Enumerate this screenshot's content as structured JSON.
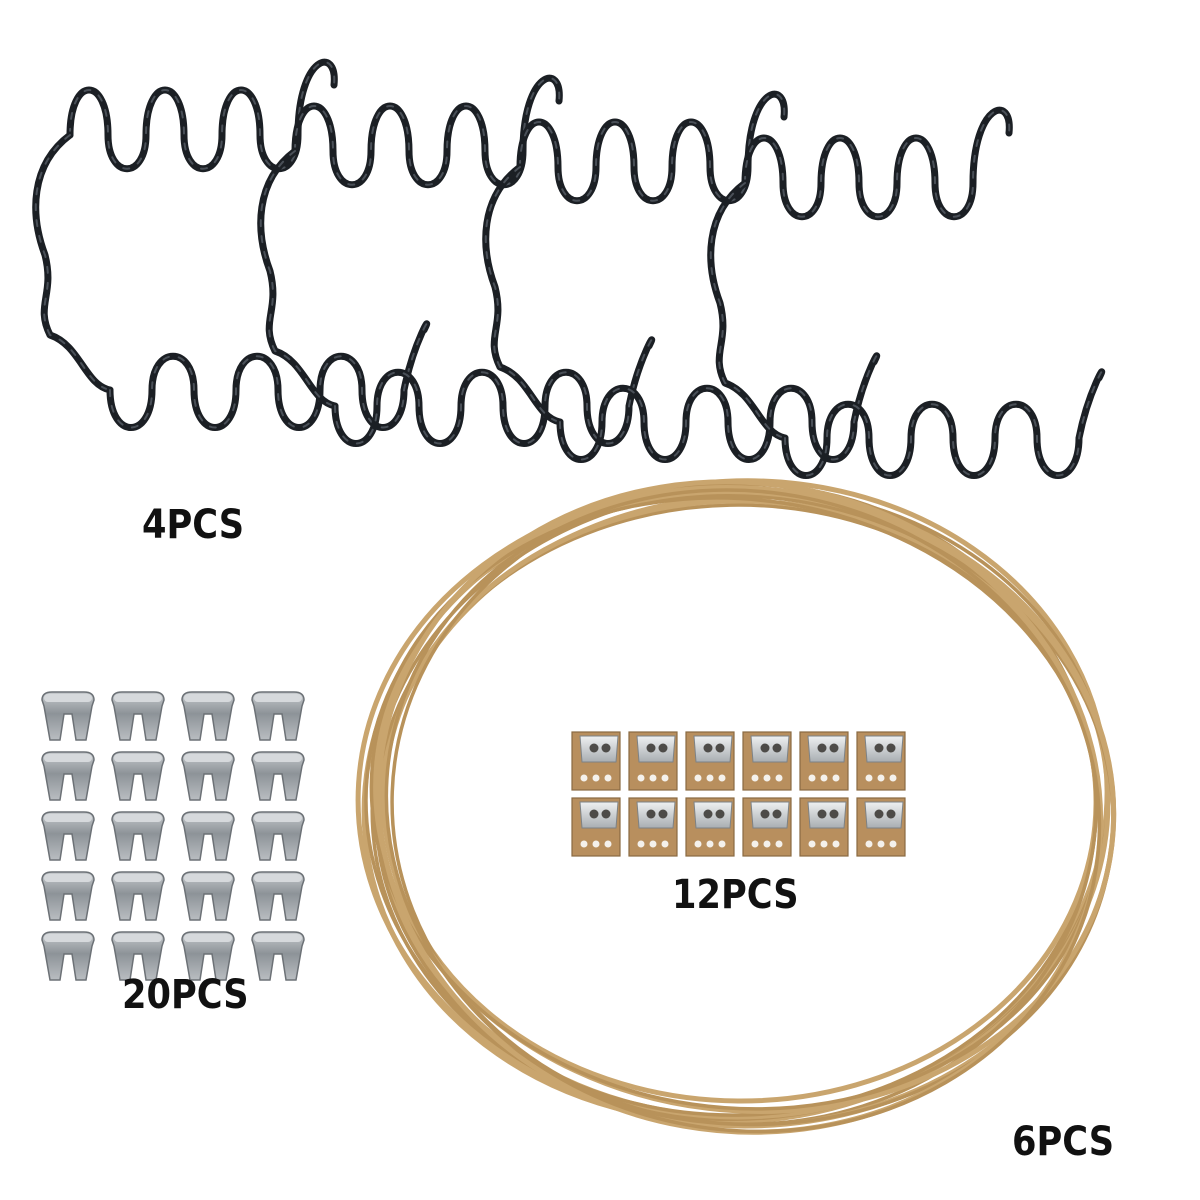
{
  "product_image": {
    "springs": {
      "count_label": "4PCS",
      "item_count": 4,
      "color": "#1b1f24"
    },
    "clips": {
      "count_label": "20PCS",
      "item_count": 20,
      "rows": 5,
      "cols": 4,
      "color": "#9aa0a5"
    },
    "brackets": {
      "count_label": "12PCS",
      "item_count": 12,
      "rows": 2,
      "cols": 6,
      "color": "#b88f5e"
    },
    "wire_coil": {
      "count_label": "6PCS",
      "strands": 6,
      "color": "#c9a56e"
    }
  }
}
